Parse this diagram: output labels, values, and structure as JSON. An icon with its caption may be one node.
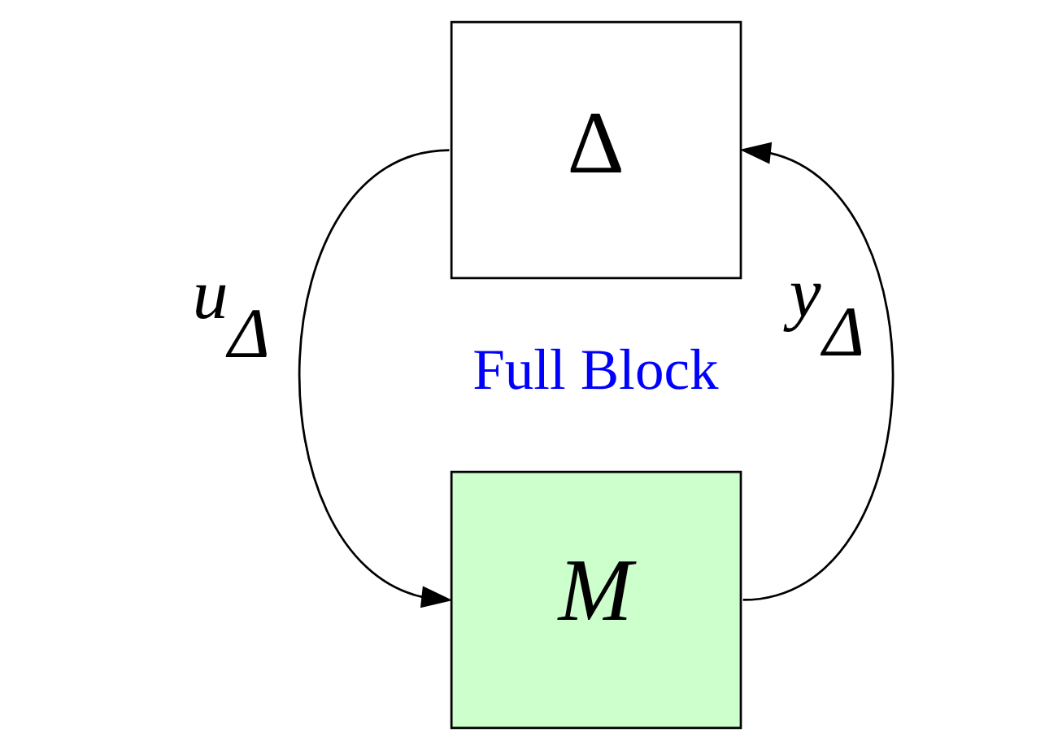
{
  "diagram": {
    "nodes": [
      {
        "text": [
          "Δ"
        ]
      },
      {
        "text": [
          "M"
        ]
      }
    ],
    "edges": [
      {
        "from": 0,
        "to": 1,
        "arrow": "to",
        "label": "u$_{Δ}$"
      },
      {
        "from": 1,
        "to": 0,
        "arrow": "to",
        "label": "y$_{Δ}$"
      }
    ],
    "labels": [
      "Full Block"
    ]
  }
}
